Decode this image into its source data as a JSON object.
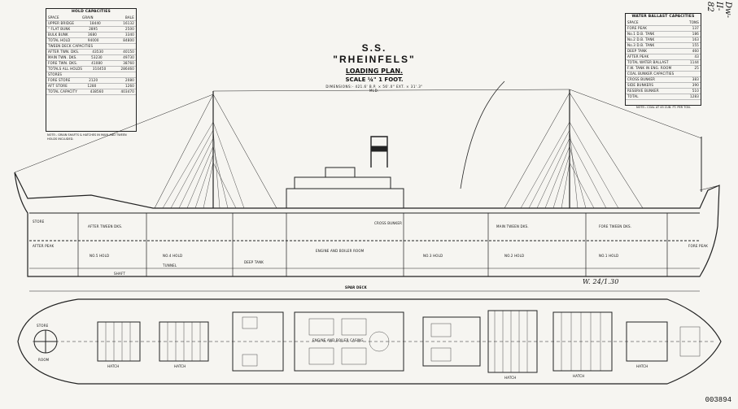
{
  "title": {
    "ship": "S.S. \"RHEINFELS\"",
    "plan": "LOADING PLAN.",
    "scale": "SCALE ¼\" 1 FOOT.",
    "dimensions": "DIMENSIONS:-  421.6' B.P. × 56'.0\" EXT. × 31'.3\" MLD."
  },
  "corner_mark": "Dw-II-82",
  "doc_number": "003894",
  "handwritten_note": "W. 24/1.30",
  "hold_capacities": {
    "caption": "HOLD CAPACITIES",
    "columns": [
      "SPACE",
      "GRAIN",
      "BALE"
    ],
    "rows": [
      [
        "UPPER BRIDGE",
        "18440",
        "16132"
      ],
      [
        "  \" FLAT BUNK",
        "2895",
        "2500"
      ],
      [
        "BULK BUNK",
        "3680",
        "3340"
      ],
      [
        "TOTAL HOLD",
        "94000",
        "84800"
      ],
      [
        "TWEEN DECK CAPACITIES",
        "",
        ""
      ],
      [
        "AFTER TWN. DKS.",
        "43530",
        "40150"
      ],
      [
        "MAIN TWN. DKS.",
        "53230",
        "49730"
      ],
      [
        "FORE TWN. DKS.",
        "41080",
        "38760"
      ],
      [
        "TOTALS ALL HOLDS",
        "310450",
        "286460"
      ],
      [
        "STORES",
        "",
        ""
      ],
      [
        "FORE STORE",
        "2120",
        "2080"
      ],
      [
        "AFT STORE",
        "1280",
        "1260"
      ],
      [
        "TOTAL CAPACITY",
        "438560",
        "403470"
      ]
    ],
    "note": "NOTE:- GRAIN SHAFTS & HATCHES IN MAIN AND TWEEN HOLDS INCLUDED."
  },
  "water_ballast": {
    "caption": "WATER BALLAST CAPACITIES",
    "columns": [
      "SPACE",
      "TONS"
    ],
    "rows": [
      [
        "FORE PEAK",
        "137"
      ],
      [
        "No.1 D.B. TANK",
        "186"
      ],
      [
        "No.2 D.B. TANK",
        "163"
      ],
      [
        "No.3 D.B. TANK",
        "155"
      ],
      [
        "DEEP TANK",
        "460"
      ],
      [
        "AFTER PEAK",
        "43"
      ],
      [
        "TOTAL WATER BALLAST",
        "1144"
      ],
      [
        "F.W. TANK IN ENG. ROOM",
        "25"
      ],
      [
        "COAL BUNKER CAPACITIES",
        ""
      ],
      [
        "CROSS BUNKER",
        "383"
      ],
      [
        "SIDE BUNKERS",
        "390"
      ],
      [
        "RESERVE BUNKER",
        "510"
      ],
      [
        "TOTAL",
        "1283"
      ]
    ],
    "note": "NOTE:- COAL AT 45 CUB. FT. PER TON."
  },
  "profile_labels": [
    "NO.1 HOLD",
    "NO.2 HOLD",
    "NO.3 HOLD",
    "NO.4 HOLD",
    "NO.5 HOLD",
    "AFTER TWEEN DKS.",
    "MAIN TWEEN DKS.",
    "FORE TWEEN DKS.",
    "ENGINE AND BOILER ROOM",
    "DEEP TANK",
    "TUNNEL",
    "CROSS BUNKER",
    "FORE PEAK",
    "AFTER PEAK",
    "STORE",
    "SHAFT"
  ],
  "deck_labels": [
    "SPAR DECK",
    "STORE",
    "ROOM",
    "ENGINE AND BOILER CASING",
    "HATCH",
    "HATCH",
    "HATCH",
    "HATCH",
    "HATCH"
  ]
}
